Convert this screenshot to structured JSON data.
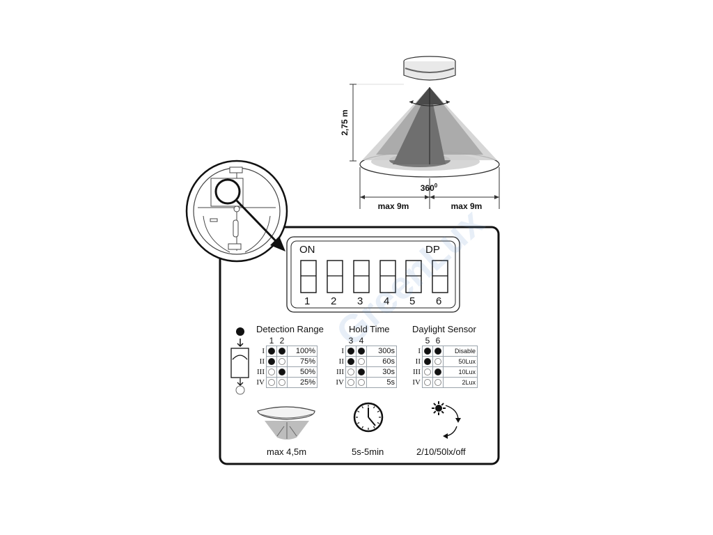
{
  "diagram": {
    "height_label": "2,75 m",
    "angle_label": "360",
    "angle_unit": "0",
    "left_range_label": "max 9m",
    "right_range_label": "max 9m"
  },
  "dip_switch": {
    "on_label": "ON",
    "dp_label": "DP",
    "numbers": [
      "1",
      "2",
      "3",
      "4",
      "5",
      "6"
    ]
  },
  "detection_range": {
    "title": "Detection Range",
    "cols": [
      "1",
      "2"
    ],
    "rows": [
      {
        "roman": "I",
        "s1": "on",
        "s2": "on",
        "value": "100%"
      },
      {
        "roman": "II",
        "s1": "on",
        "s2": "off",
        "value": "75%"
      },
      {
        "roman": "III",
        "s1": "off",
        "s2": "on",
        "value": "50%"
      },
      {
        "roman": "IV",
        "s1": "off",
        "s2": "off",
        "value": "25%"
      }
    ],
    "caption": "max 4,5m"
  },
  "hold_time": {
    "title": "Hold Time",
    "cols": [
      "3",
      "4"
    ],
    "rows": [
      {
        "roman": "I",
        "s1": "on",
        "s2": "on",
        "value": "300s"
      },
      {
        "roman": "II",
        "s1": "on",
        "s2": "off",
        "value": "60s"
      },
      {
        "roman": "III",
        "s1": "off",
        "s2": "on",
        "value": "30s"
      },
      {
        "roman": "IV",
        "s1": "off",
        "s2": "off",
        "value": "5s"
      }
    ],
    "caption": "5s-5min"
  },
  "daylight_sensor": {
    "title": "Daylight Sensor",
    "cols": [
      "5",
      "6"
    ],
    "rows": [
      {
        "roman": "I",
        "s1": "on",
        "s2": "on",
        "value": "Disable"
      },
      {
        "roman": "II",
        "s1": "on",
        "s2": "off",
        "value": "50Lux"
      },
      {
        "roman": "III",
        "s1": "off",
        "s2": "on",
        "value": "10Lux"
      },
      {
        "roman": "IV",
        "s1": "off",
        "s2": "off",
        "value": "2Lux"
      }
    ],
    "caption": "2/10/50lx/off"
  },
  "watermark": "GreenLux",
  "colors": {
    "line": "#111111",
    "cone_dark": "#555555",
    "cone_mid": "#8a8a8a",
    "cone_light": "#c8c8c8",
    "watermark": "#5b8fc9"
  }
}
